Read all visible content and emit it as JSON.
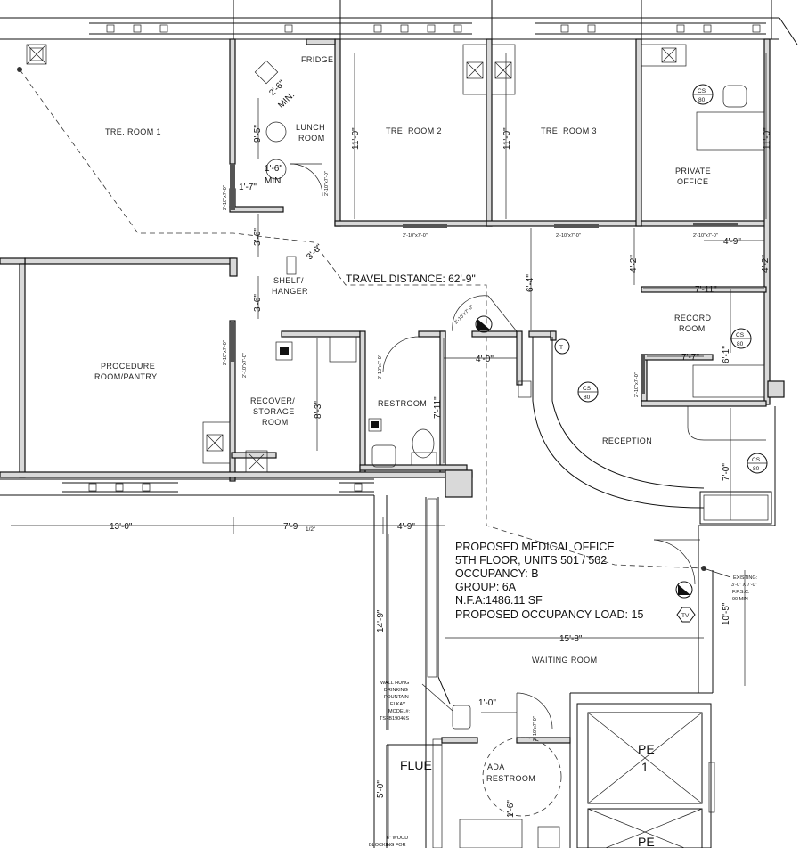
{
  "rooms": {
    "tre_room_1": "TRE. ROOM 1",
    "tre_room_2": "TRE. ROOM 2",
    "tre_room_3": "TRE. ROOM 3",
    "lunch_room": [
      "LUNCH",
      "ROOM"
    ],
    "fridge": "FRIDGE",
    "private_office": [
      "PRIVATE",
      "OFFICE"
    ],
    "procedure_room": [
      "PROCEDURE",
      "ROOM/PANTRY"
    ],
    "recover_storage": [
      "RECOVER/",
      "STORAGE",
      "ROOM"
    ],
    "restroom": "RESTROOM",
    "record_room": [
      "RECORD",
      "ROOM"
    ],
    "reception": "RECEPTION",
    "waiting_room": "WAITING ROOM",
    "ada_restroom": [
      "ADA",
      "RESTROOM"
    ],
    "flue": "FLUE",
    "shelf_hanger": [
      "SHELF/",
      "HANGER"
    ],
    "pe1": [
      "PE",
      "1"
    ],
    "pe2": "PE"
  },
  "travel_distance": "TRAVEL DISTANCE: 62'-9\"",
  "project_notes": [
    "PROPOSED MEDICAL OFFICE",
    "5TH FLOOR, UNITS 501 / 502",
    "OCCUPANCY: B",
    "GROUP: 6A",
    "N.F.A:1486.11 SF",
    "PROPOSED OCCUPANCY LOAD: 15"
  ],
  "dimensions": {
    "d_13_0": "13'-0\"",
    "d_7_9_half": "7'-9",
    "d_7_9_half_frac": "1/2\"",
    "d_4_9_bottom": "4'-9\"",
    "d_9_5": "9'-5\"",
    "d_2_6_min": "2'-6\"",
    "d_min": "MIN.",
    "d_1_6_min": "1'-6\"",
    "d_min2": "MIN.",
    "d_1_7": "1'-7\"",
    "d_11_0_a": "11'-0\"",
    "d_11_0_b": "11'-0\"",
    "d_11_0_c": "11'-0\"",
    "d_3_6_a": "3'-6\"",
    "d_3_6_b": "3'-6\"",
    "d_3_6_c": "3'-6\"",
    "d_6_4": "6'-4\"",
    "d_4_2_a": "4'-2\"",
    "d_4_2_b": "4'-2\"",
    "d_4_9": "4'-9\"",
    "d_7_11": "7'-11\"",
    "d_6_1": "6'-1\"",
    "d_7_7": "7'-7\"",
    "d_4_0": "4'-0\"",
    "d_8_3": "8'-3\"",
    "d_7_11_v": "7'-11\"",
    "d_7_0": "7'-0\"",
    "d_10_5": "10'-5\"",
    "d_15_8": "15'-8\"",
    "d_14_9": "14'-9\"",
    "d_1_0": "1'-0\"",
    "d_5_0": "5'-0\"",
    "d_1_6": "1'-6\""
  },
  "door_tags": {
    "door": "2'-10\"x7'-0\""
  },
  "symbols": {
    "cs": "CS",
    "cs_num": "80",
    "t": "T",
    "tv": "TV"
  },
  "callouts": {
    "existing": [
      "EXISTING:",
      "3'-0\" X 7'-0\"",
      "F.P.S.C.",
      "90 MIN"
    ],
    "fountain": [
      "WALL HUNG",
      "DRINKING",
      "FOUNTAIN",
      "ELKAY",
      "MODEL#:",
      "TSFB19046S"
    ],
    "wood": [
      "6\" WOOD",
      "BLOCKING FOR"
    ]
  }
}
